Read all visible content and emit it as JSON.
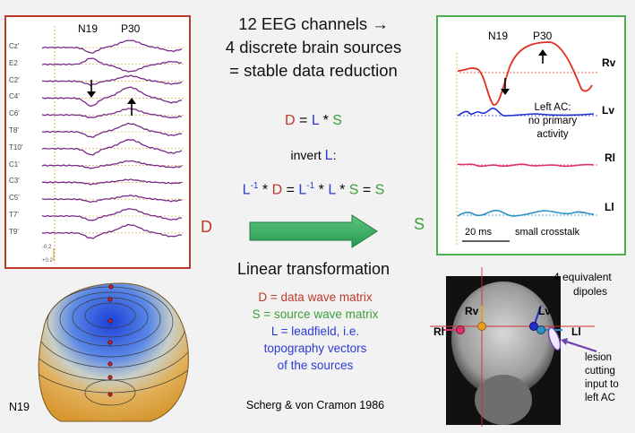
{
  "title_lines": [
    "12 EEG channels →",
    "4 discrete brain sources",
    "=  stable data reduction"
  ],
  "formula": {
    "eq1_D": "D",
    "eq1_eq": " = ",
    "eq1_L": "L",
    "eq1_mul": " * ",
    "eq1_S": "S",
    "invert_text": "invert ",
    "invert_L": "L",
    "invert_colon": ":",
    "eq2_L1": "L",
    "eq2_sup1": "-1",
    "eq2_mul1": " * ",
    "eq2_D": "D",
    "eq2_eq1": " = ",
    "eq2_L2": "L",
    "eq2_sup2": "-1",
    "eq2_mul2": " * ",
    "eq2_L3": "L",
    "eq2_mul3": " * ",
    "eq2_S1": "S",
    "eq2_eq2": " = ",
    "eq2_S2": "S"
  },
  "arrow_left_label": "D",
  "arrow_right_label": "S",
  "linear_transformation": "Linear transformation",
  "definitions": {
    "d_def": "D = data wave matrix",
    "s_def": "S = source wave matrix",
    "l_def_1": "L = leadfield, i.e.",
    "l_def_2": "topography vectors",
    "l_def_3": "of the sources"
  },
  "citation": "Scherg & von Cramon 1986",
  "eeg_panel": {
    "peak_labels": [
      "N19",
      "P30"
    ],
    "channels": [
      "Cz'",
      "E2",
      "C2'",
      "C4'",
      "C6'",
      "T8'",
      "T10'",
      "C1'",
      "C3'",
      "C5'",
      "T7'",
      "T9'"
    ],
    "scale_top": "-0.2",
    "scale_bottom": "+0.2"
  },
  "source_panel": {
    "peak_labels": [
      "N19",
      "P30"
    ],
    "sources": [
      "Rv",
      "Lv",
      "Rl",
      "Ll"
    ],
    "note_lines": [
      "Left AC:",
      "no primary",
      "activity"
    ],
    "time_scale": "20 ms",
    "crosstalk": "small crosstalk"
  },
  "head_label": "N19",
  "mri": {
    "dipole_title_1": "4 equivalent",
    "dipole_title_2": "dipoles",
    "labels": [
      "Rv",
      "Lv",
      "Rl",
      "Ll"
    ],
    "lesion_lines": [
      "lesion",
      "cutting",
      "input to",
      "left AC"
    ]
  },
  "colors": {
    "data_red": "#c0392b",
    "source_green": "#3aa03a",
    "leadfield_blue": "#2a3bd6",
    "rv": "#e03020",
    "lv": "#2030d0",
    "rl": "#e0306a",
    "ll": "#2a90c8",
    "eeg_trace": "#7a2a8a"
  }
}
